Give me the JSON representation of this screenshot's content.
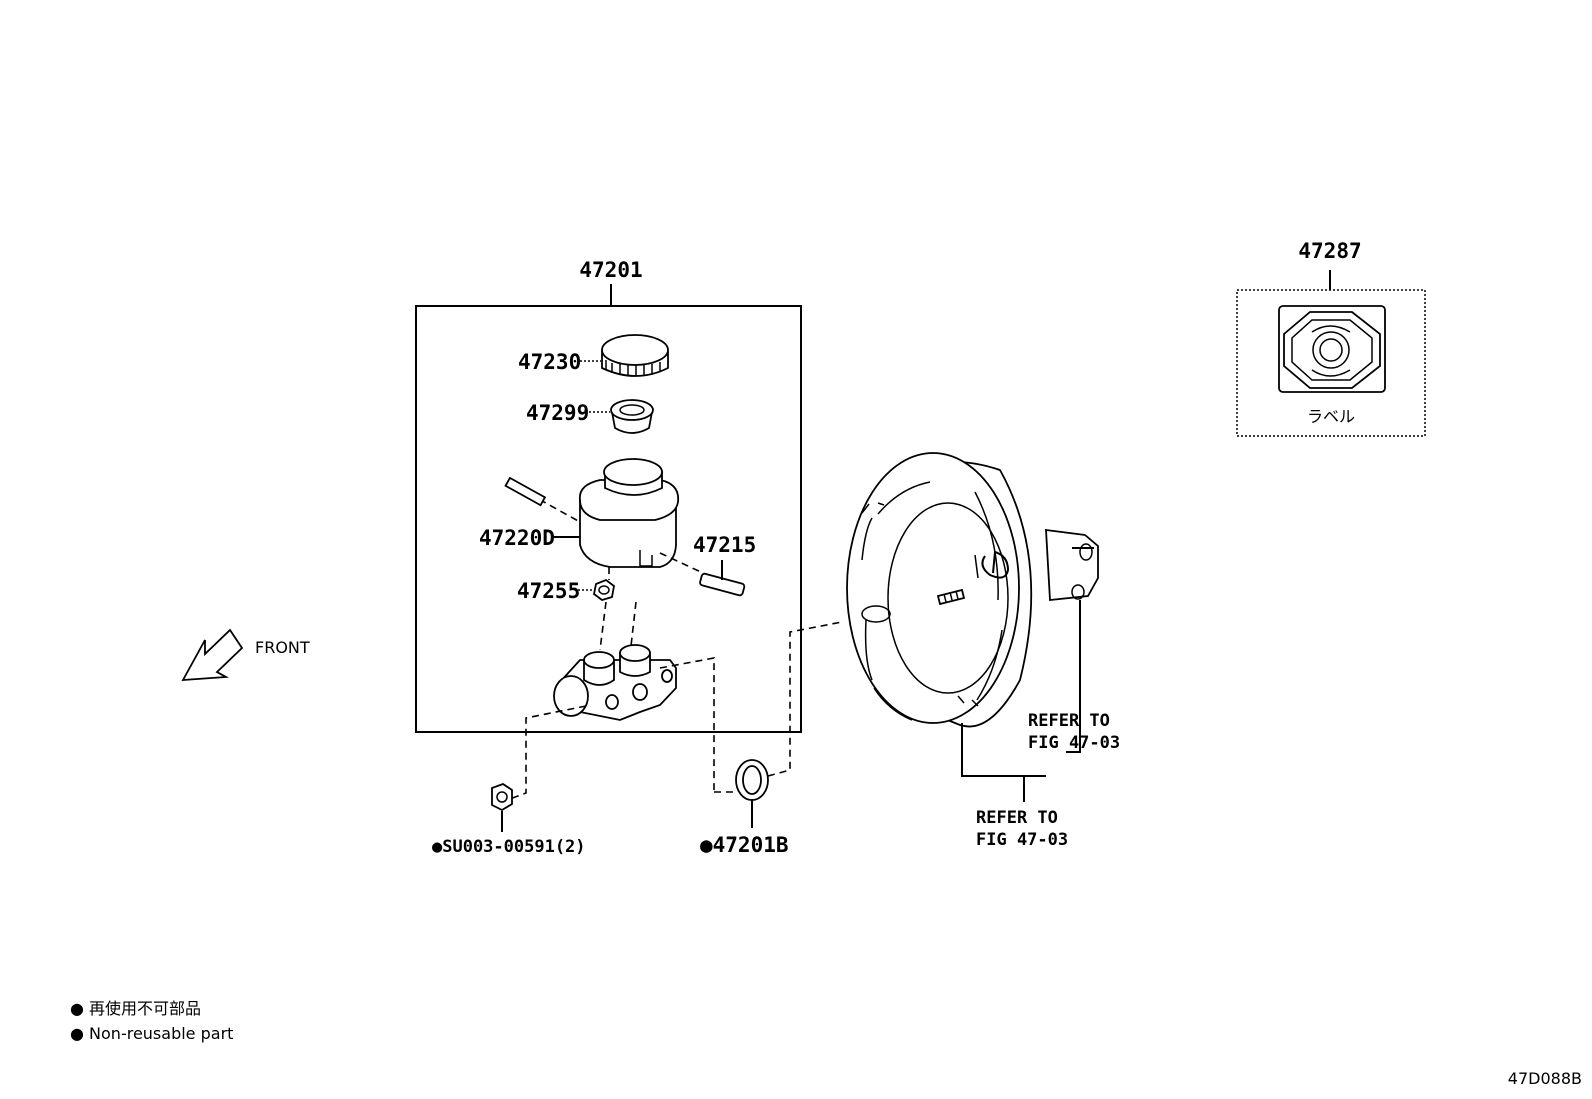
{
  "callouts": {
    "master_cylinder_assy": "47201",
    "reservoir_cap": "47230",
    "strainer": "47299",
    "reservoir_sub_assy": "47220D",
    "pin": "47215",
    "grommet": "47255",
    "gasket": "●47201B",
    "nut": "●SU003-00591(2)",
    "label": "47287"
  },
  "refer_notes": {
    "note1_line1": "REFER TO",
    "note1_line2": "FIG 47-03",
    "note2_line1": "REFER TO",
    "note2_line2": "FIG 47-03"
  },
  "front_label": "FRONT",
  "label_caption": "ラベル",
  "legend": {
    "line_jp": "● 再使用不可部品",
    "line_en": "● Non-reusable part"
  },
  "diagram_code": "47D088B"
}
